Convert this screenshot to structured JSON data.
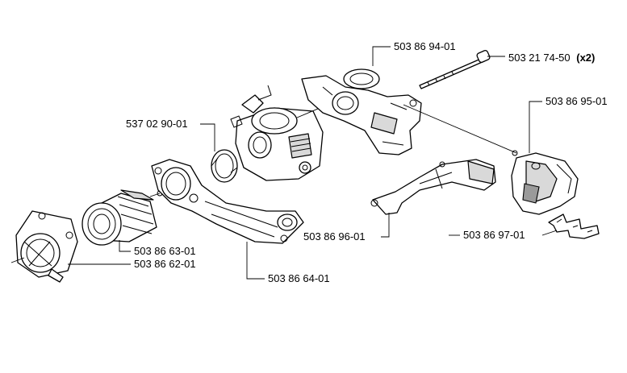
{
  "callouts": [
    {
      "id": "p1",
      "part_number": "503 86 94-01",
      "qty": ""
    },
    {
      "id": "p2",
      "part_number": "503 21 74-50",
      "qty": "(x2)"
    },
    {
      "id": "p3",
      "part_number": "537 02 90-01",
      "qty": ""
    },
    {
      "id": "p4",
      "part_number": "503 86 95-01",
      "qty": ""
    },
    {
      "id": "p5",
      "part_number": "503 86 96-01",
      "qty": ""
    },
    {
      "id": "p6",
      "part_number": "503 86 97-01",
      "qty": ""
    },
    {
      "id": "p7",
      "part_number": "503 86 63-01",
      "qty": ""
    },
    {
      "id": "p8",
      "part_number": "503 86 62-01",
      "qty": ""
    },
    {
      "id": "p9",
      "part_number": "503 86 64-01",
      "qty": ""
    }
  ]
}
